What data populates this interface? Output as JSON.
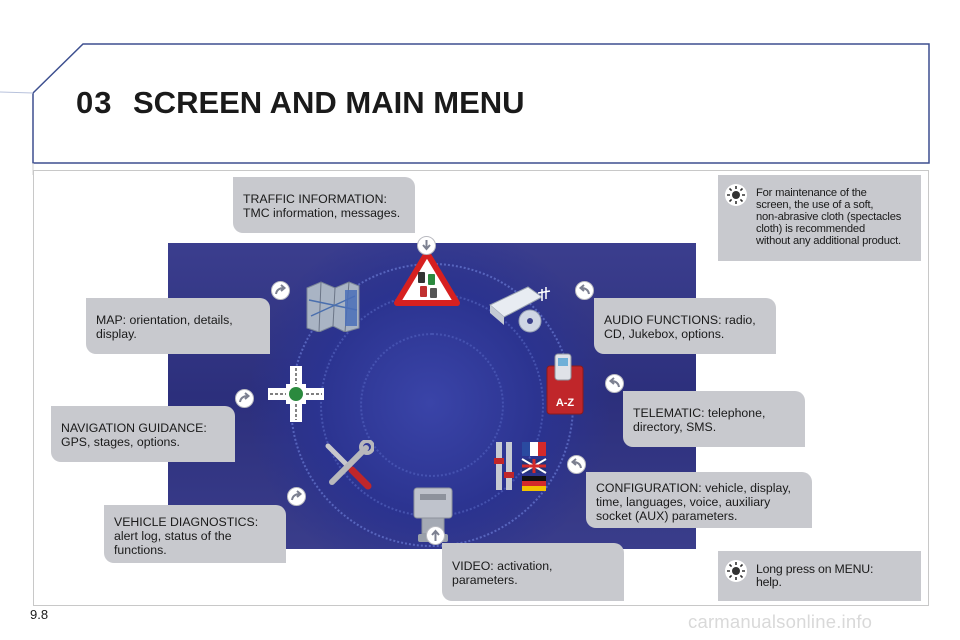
{
  "header": {
    "chapter_number": "03",
    "title": "SCREEN AND MAIN MENU"
  },
  "callouts": {
    "traffic": [
      "TRAFFIC INFORMATION:",
      "TMC information, messages."
    ],
    "map": [
      "MAP: orientation, details,",
      "display."
    ],
    "navigation": [
      "NAVIGATION GUIDANCE:",
      "GPS, stages, options."
    ],
    "vehicle": [
      "VEHICLE DIAGNOSTICS:",
      "alert log, status of the",
      "functions."
    ],
    "video": [
      "VIDEO: activation,",
      "parameters."
    ],
    "audio": [
      "AUDIO FUNCTIONS: radio,",
      "CD, Jukebox, options."
    ],
    "telematic": [
      "TELEMATIC: telephone,",
      "directory, SMS."
    ],
    "configuration": [
      "CONFIGURATION: vehicle, display,",
      "time, languages, voice, auxiliary",
      "socket (AUX) parameters."
    ]
  },
  "notes": {
    "maintenance": [
      "For maintenance of the",
      "screen, the use of a soft,",
      "non-abrasive cloth (spectacles",
      "cloth) is recommended",
      "without any additional product."
    ],
    "long_press": [
      "Long press on MENU:",
      "help."
    ]
  },
  "directory_label": "A-Z",
  "page_number": "9.8",
  "watermark": "carmanualsonline.info",
  "colors": {
    "callout_bg": "#c8c9ce",
    "stage_bg": "#2c2f7c",
    "frame_blue": "#3d4f8f"
  },
  "icons": [
    "traffic-warning-icon",
    "map-icon",
    "crossroads-icon",
    "tools-icon",
    "camera-icon",
    "audio-cd-icon",
    "phone-directory-icon",
    "flags-settings-icon",
    "lightbulb-icon",
    "arrow-icon"
  ]
}
